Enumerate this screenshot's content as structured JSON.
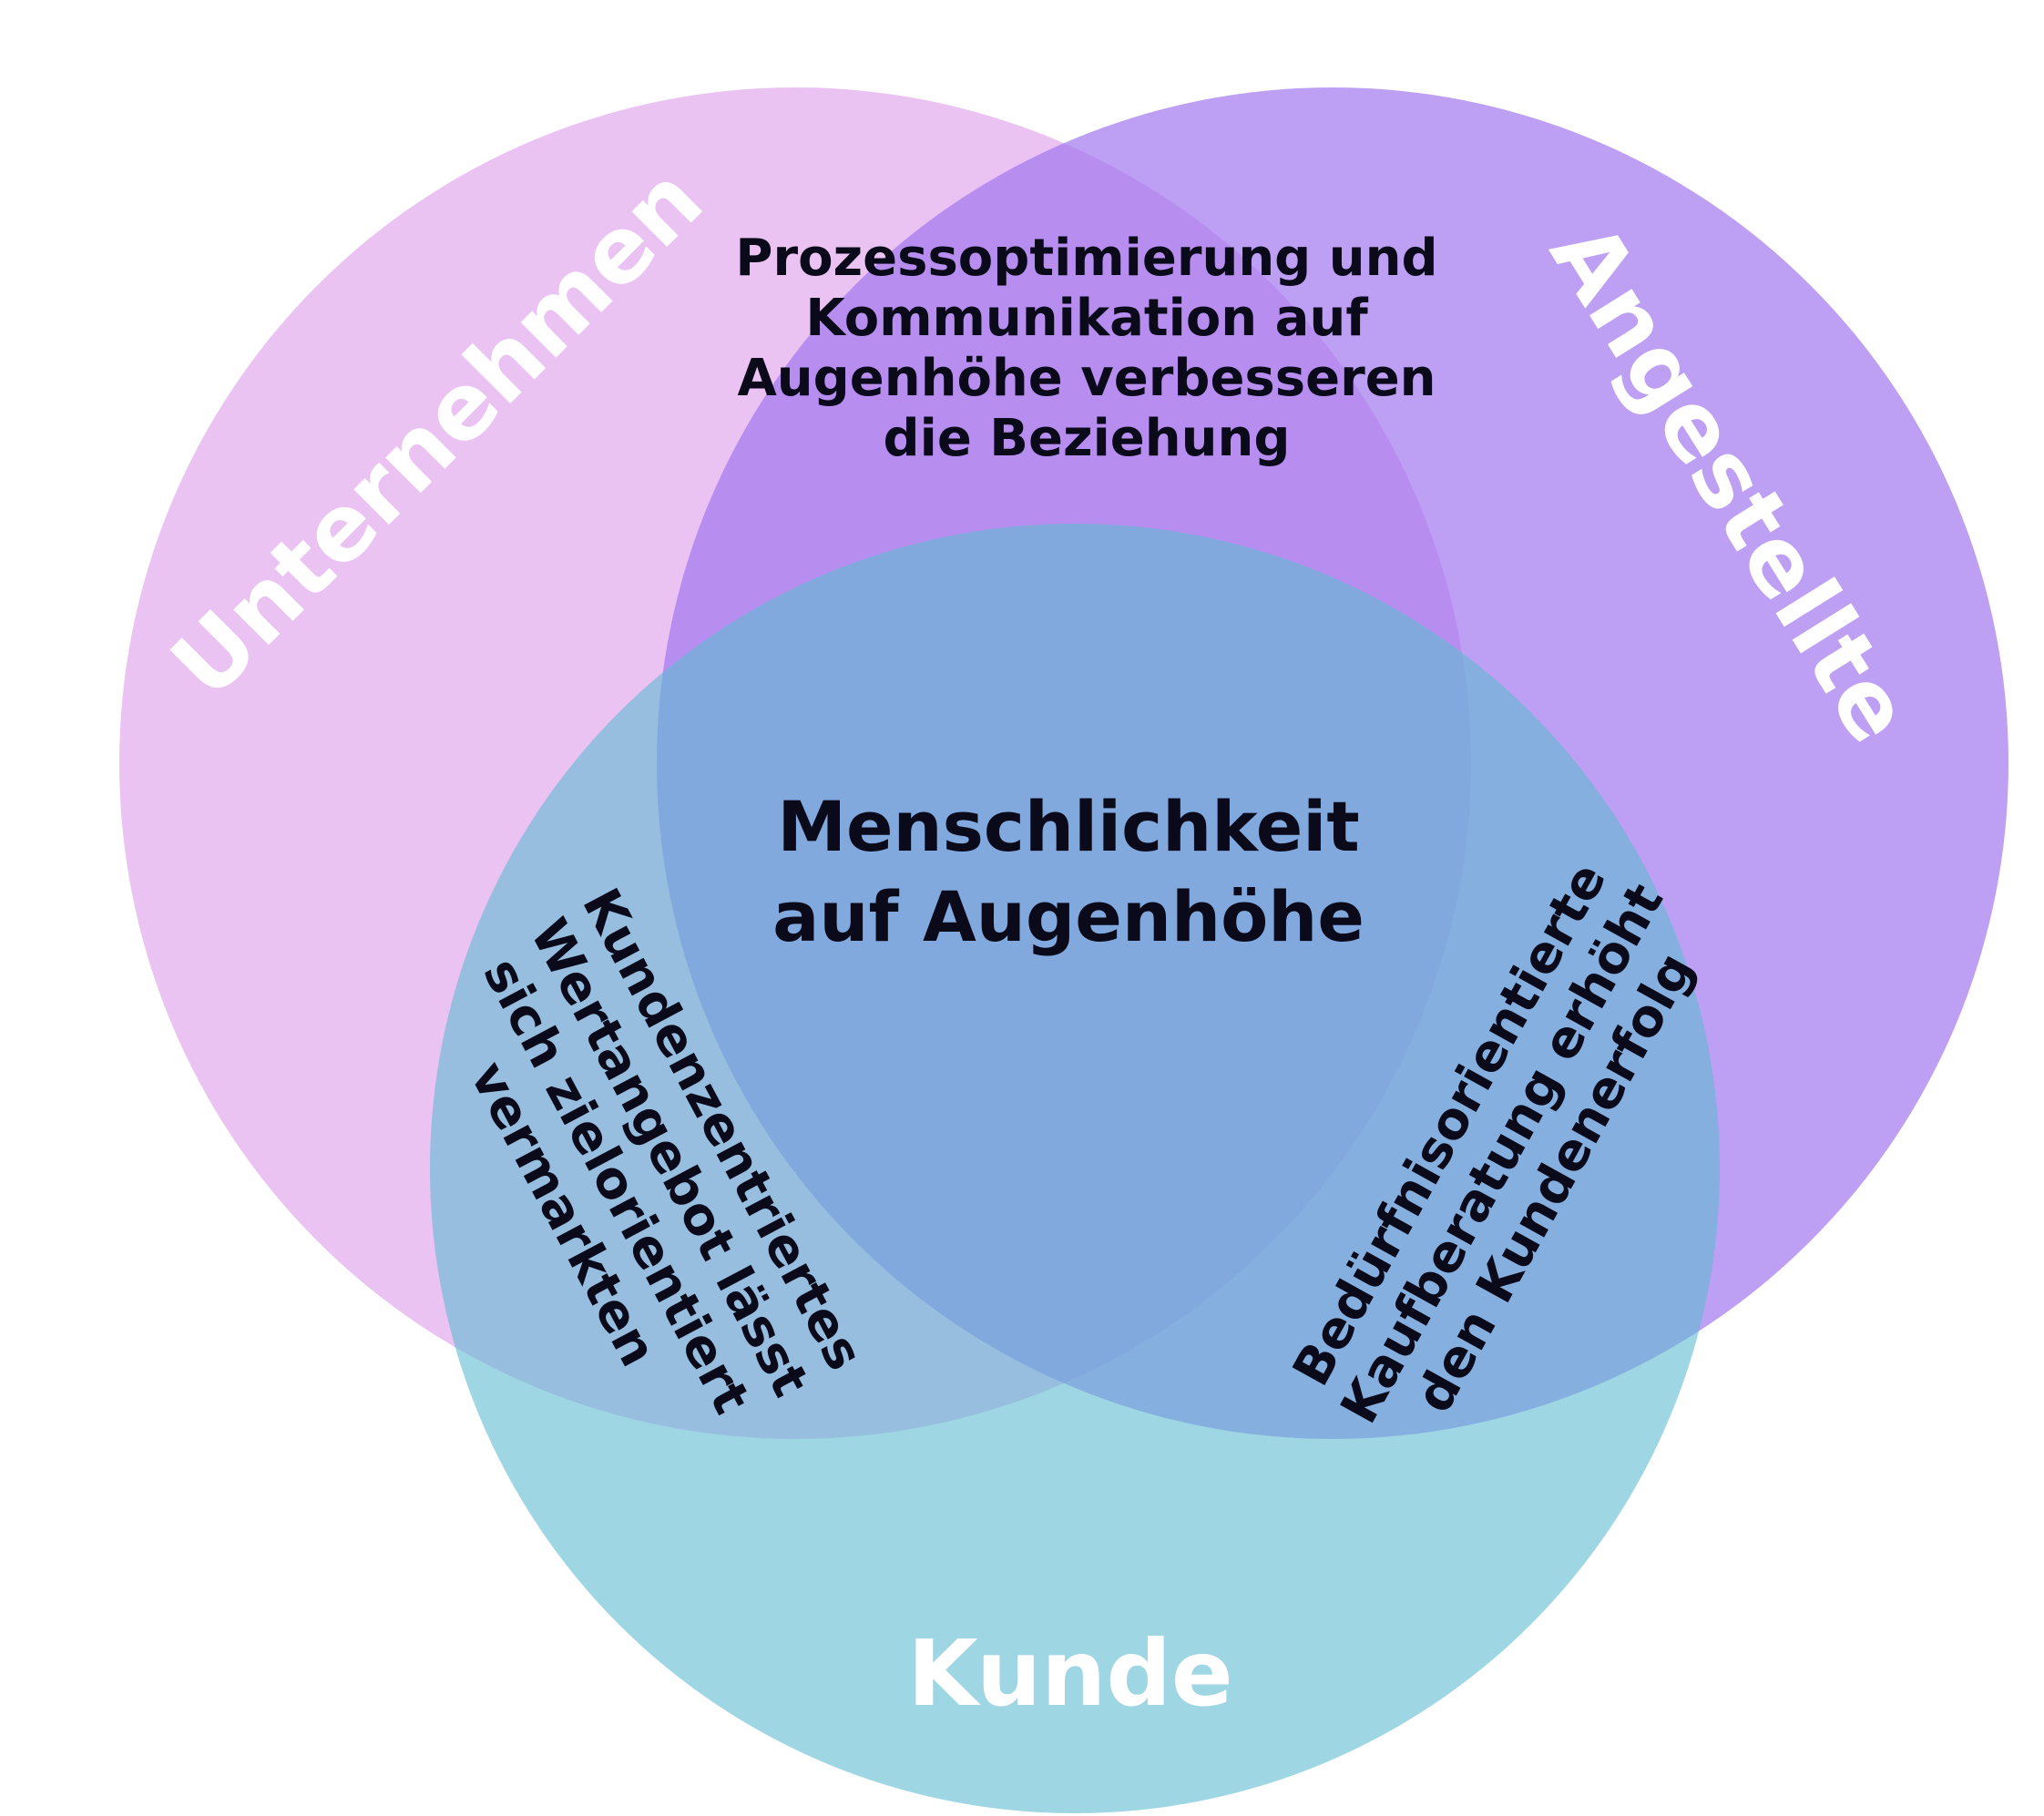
{
  "circles": [
    {
      "id": "unternehmen",
      "title": "Unternehmen",
      "color": "#E6B8F0",
      "opacity": 0.85
    },
    {
      "id": "angestellte",
      "title": "Angestellte",
      "color": "#A47AEE",
      "opacity": 0.72
    },
    {
      "id": "kunde",
      "title": "Kunde",
      "color": "#5FBBD0",
      "opacity": 0.6
    }
  ],
  "overlaps": {
    "top": [
      "Prozessoptimierung und",
      "Kommunikation auf",
      "Augenhöhe verbesseren",
      "die Beziehung"
    ],
    "center": [
      "Menschlichkeit",
      "auf Augenhöhe"
    ],
    "left": [
      "Kundenzentriertes",
      "Wertangebot lässt",
      "sich zielorientiert",
      "vermarkten"
    ],
    "right": [
      "Bedürfnisorientierte",
      "Kaufberatung erhöht",
      "den Kundenerfolg"
    ]
  }
}
